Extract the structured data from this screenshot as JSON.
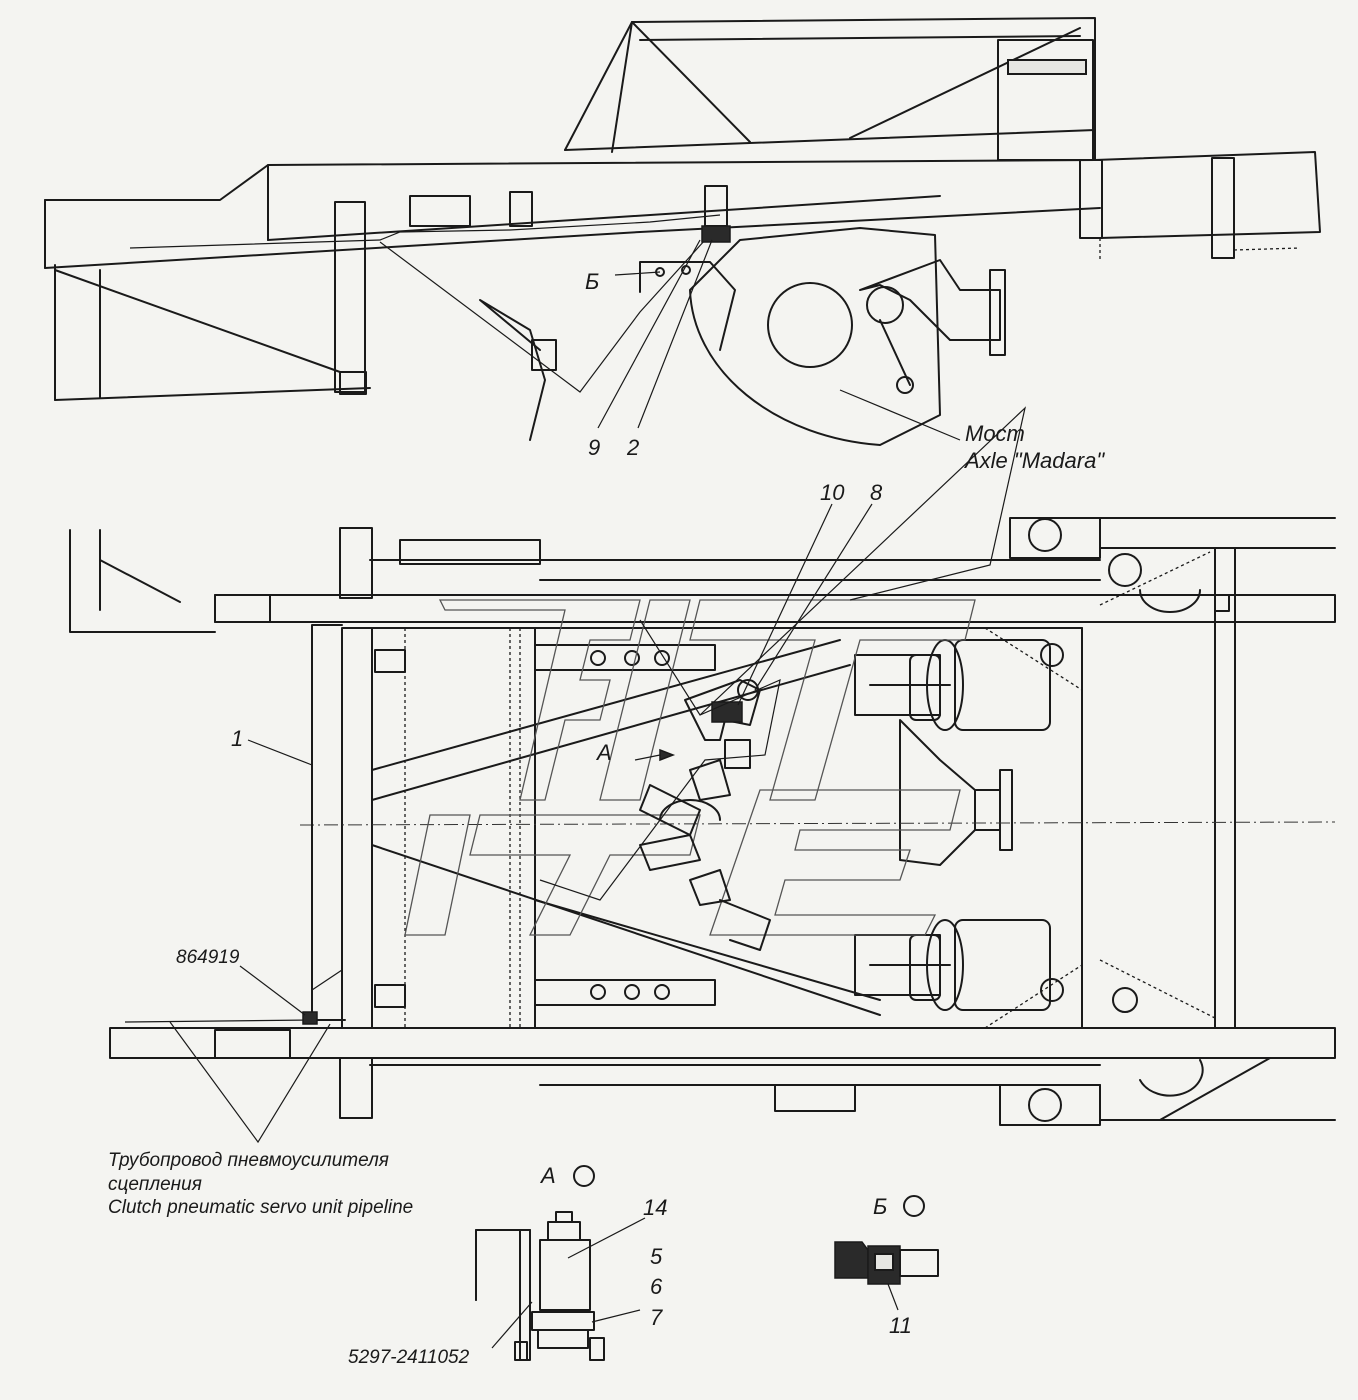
{
  "labels": {
    "b_top": "Б",
    "n9": "9",
    "n2": "2",
    "most_ru": "Мост",
    "most_en": "Axle \"Madara\"",
    "n10": "10",
    "n8": "8",
    "n1": "1",
    "arrow_a": "А",
    "n864919": "864919",
    "pipe_ru_1": "Трубопровод пневмоусилителя",
    "pipe_ru_2": "сцепления",
    "pipe_en": "Clutch pneumatic servo unit  pipeline",
    "view_a": "А",
    "view_b": "Б",
    "n14": "14",
    "n5": "5",
    "n6": "6",
    "n7": "7",
    "n11": "11",
    "part_no": "5297-2411052"
  }
}
